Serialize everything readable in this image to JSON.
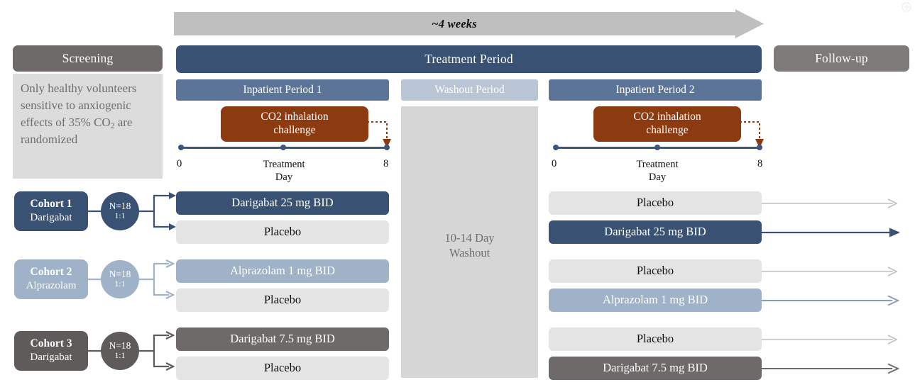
{
  "colors": {
    "navy": "#395274",
    "navy_mid": "#5b7498",
    "steel_light": "#9fb2c8",
    "pale_blue": "#b9c5d4",
    "gray_dark": "#6e6a69",
    "gray_mid": "#7d7a79",
    "gray_light": "#e4e4e4",
    "gray_box": "#d6d6d6",
    "arrow_gray": "#bfbfbf",
    "rust": "#8c3a10",
    "note_bg": "#dcdcdc",
    "note_text": "#6f6f6f"
  },
  "timeline_banner": {
    "duration_label": "~4 weeks"
  },
  "phases": {
    "screening": "Screening",
    "treatment_period": "Treatment Period",
    "follow_up": "Follow-up"
  },
  "subphases": {
    "inpatient_1": "Inpatient Period 1",
    "washout": "Washout Period",
    "inpatient_2": "Inpatient Period 2"
  },
  "screening_note": {
    "line": "Only healthy volunteers sensitive to anxiogenic effects of 35% CO",
    "subscript": "2",
    "line_end": " are randomized"
  },
  "washout": {
    "body_line1": "10-14 Day",
    "body_line2": "Washout"
  },
  "challenge": {
    "line1": "CO2 inhalation",
    "line2": "challenge"
  },
  "treatment_day_axis": {
    "start_label": "0",
    "end_label": "8",
    "axis_title_line1": "Treatment",
    "axis_title_line2": "Day",
    "tick_values": [
      0,
      4,
      8
    ]
  },
  "cohorts": [
    {
      "id": "cohort-1",
      "name": "Cohort 1",
      "drug": "Darigabat",
      "n_label": "N=18",
      "ratio_label": "1:1",
      "period1": [
        {
          "label": "Darigabat 25 mg BID",
          "style": "navy"
        },
        {
          "label": "Placebo",
          "style": "placebo"
        }
      ],
      "period2": [
        {
          "label": "Placebo",
          "style": "placebo"
        },
        {
          "label": "Darigabat 25 mg BID",
          "style": "navy"
        }
      ]
    },
    {
      "id": "cohort-2",
      "name": "Cohort 2",
      "drug": "Alprazolam",
      "n_label": "N=18",
      "ratio_label": "1:1",
      "period1": [
        {
          "label": "Alprazolam 1 mg BID",
          "style": "steel"
        },
        {
          "label": "Placebo",
          "style": "placebo"
        }
      ],
      "period2": [
        {
          "label": "Placebo",
          "style": "placebo"
        },
        {
          "label": "Alprazolam 1 mg BID",
          "style": "steel"
        }
      ]
    },
    {
      "id": "cohort-3",
      "name": "Cohort 3",
      "drug": "Darigabat",
      "n_label": "N=18",
      "ratio_label": "1:1",
      "period1": [
        {
          "label": "Darigabat 7.5 mg BID",
          "style": "gray"
        },
        {
          "label": "Placebo",
          "style": "placebo"
        }
      ],
      "period2": [
        {
          "label": "Placebo",
          "style": "placebo"
        },
        {
          "label": "Darigabat 7.5 mg BID",
          "style": "gray"
        }
      ]
    }
  ]
}
